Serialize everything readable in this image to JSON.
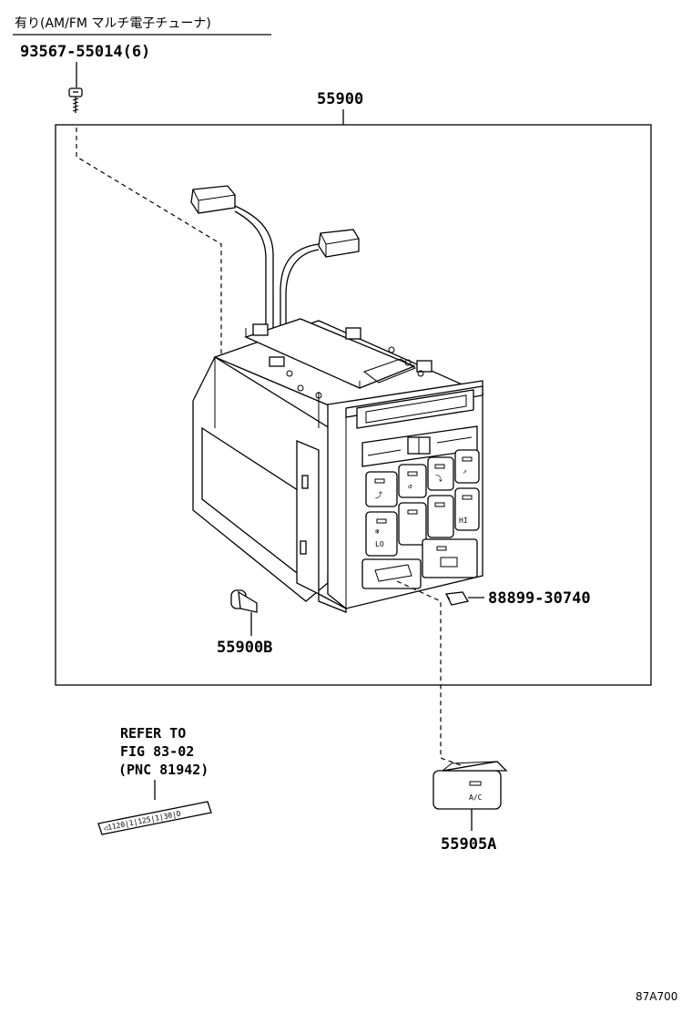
{
  "header": {
    "option_note": "有り(AM/FM マルチ電子チューナ)"
  },
  "parts": {
    "screw": "93567-55014(6)",
    "assembly": "55900",
    "bulb": "55900B",
    "clip": "88899-30740",
    "knob": "55905A"
  },
  "knob_label": "A/C",
  "reference": {
    "line1": "REFER TO",
    "line2": "FIG 83-02",
    "line3": "(PNC 81942)"
  },
  "ruler_text": "◁1120|1|125|1|30|D",
  "diagram_code": "87A700"
}
